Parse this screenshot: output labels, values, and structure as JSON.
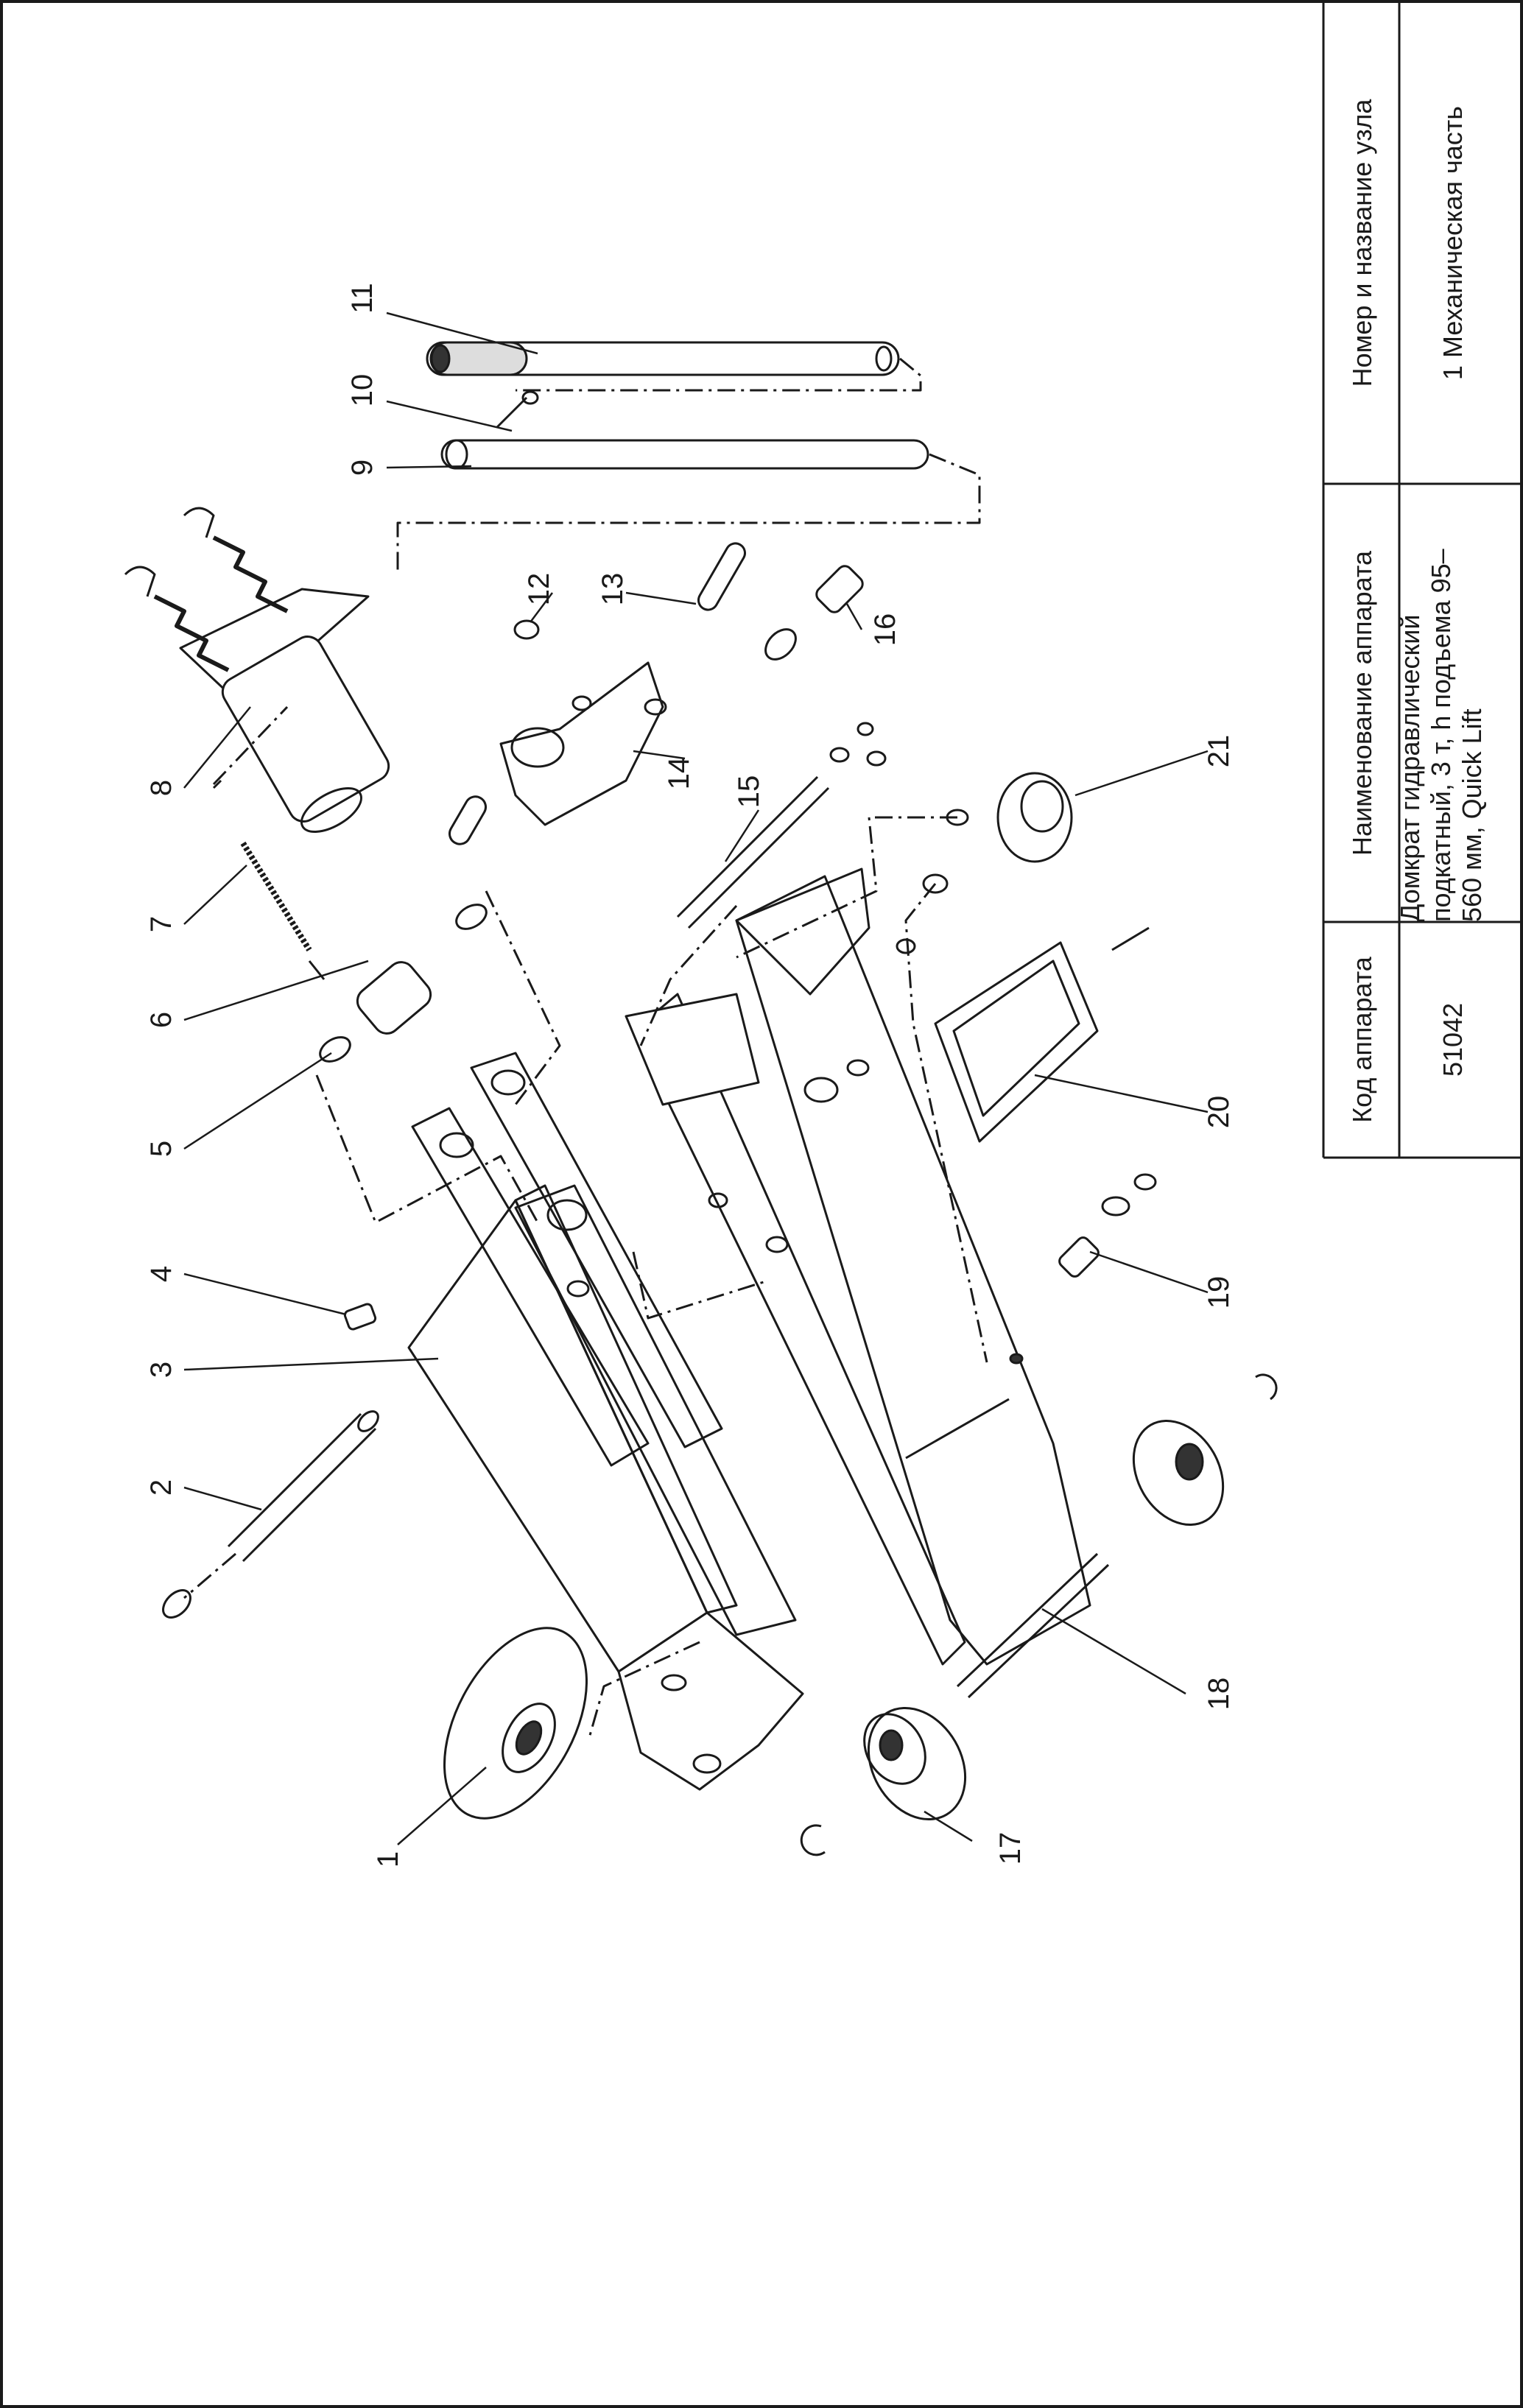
{
  "title_block": {
    "code_header": "Код аппарата",
    "code_value": "51042",
    "name_header": "Наименование аппарата",
    "name_value": "Домкрат гидравлический подкатный, 3 т, h подъема 95–560 мм, Quick Lift",
    "node_header": "Номер и название узла",
    "node_value": "1 Механическая часть"
  },
  "callouts": [
    "1",
    "2",
    "3",
    "4",
    "5",
    "6",
    "7",
    "8",
    "9",
    "10",
    "11",
    "12",
    "13",
    "14",
    "15",
    "16",
    "17",
    "18",
    "19",
    "20",
    "21"
  ],
  "colors": {
    "line": "#1a1a1a",
    "background": "#ffffff"
  }
}
